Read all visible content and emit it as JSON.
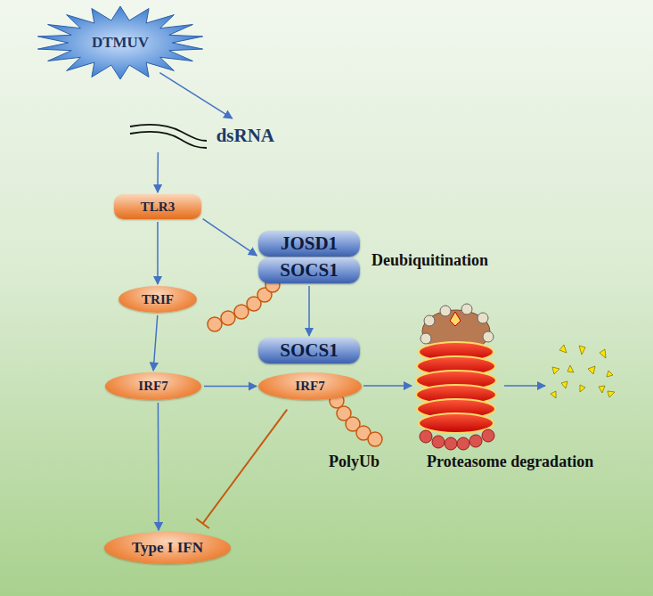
{
  "diagram": {
    "nodes": [
      {
        "text": [
          "DTMUV"
        ]
      },
      {
        "text": [
          "dsRNA"
        ]
      },
      {
        "text": [
          "TLR3"
        ]
      },
      {
        "text": [
          "JOSD1"
        ]
      },
      {
        "text": [
          "SOCS1"
        ]
      },
      {
        "text": [
          "TRIF"
        ]
      },
      {
        "text": [
          "SOCS1"
        ]
      },
      {
        "text": [
          "IRF7"
        ]
      },
      {
        "text": [
          "IRF7"
        ]
      },
      {
        "text": [
          "Type I IFN"
        ]
      }
    ],
    "edges": [
      {
        "from": 0,
        "to": 1,
        "arrow": "to"
      },
      {
        "from": 1,
        "to": 2,
        "arrow": "to"
      },
      {
        "from": 2,
        "to": 5,
        "arrow": "to"
      },
      {
        "from": 2,
        "to": 3,
        "arrow": "to"
      },
      {
        "from": 5,
        "to": 7,
        "arrow": "to"
      },
      {
        "from": 4,
        "to": 6,
        "arrow": "to"
      },
      {
        "from": 7,
        "to": 8,
        "arrow": "to"
      },
      {
        "from": 7,
        "to": 9,
        "arrow": "to"
      },
      {
        "from": 8,
        "to": 9,
        "arrow": "to"
      }
    ],
    "labels": [
      "Deubiquitination",
      "PolyUb",
      "Proteasome degradation"
    ]
  }
}
